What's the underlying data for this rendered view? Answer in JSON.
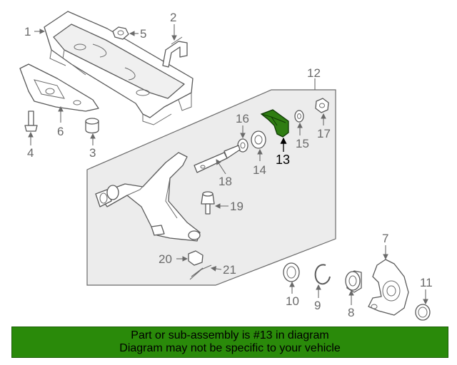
{
  "callouts": {
    "c1": "1",
    "c2": "2",
    "c3": "3",
    "c4": "4",
    "c5": "5",
    "c6": "6",
    "c7": "7",
    "c8": "8",
    "c9": "9",
    "c10": "10",
    "c11": "11",
    "c12": "12",
    "c13": "13",
    "c14": "14",
    "c15": "15",
    "c16": "16",
    "c17": "17",
    "c18": "18",
    "c19": "19",
    "c20": "20",
    "c21": "21"
  },
  "highlight": {
    "part": "13",
    "color": "#2f7d12"
  },
  "footer": {
    "line1": "Part or sub-assembly is #13 in diagram",
    "line2": "Diagram may not be specific to your vehicle",
    "background": "#2a8a0a"
  }
}
